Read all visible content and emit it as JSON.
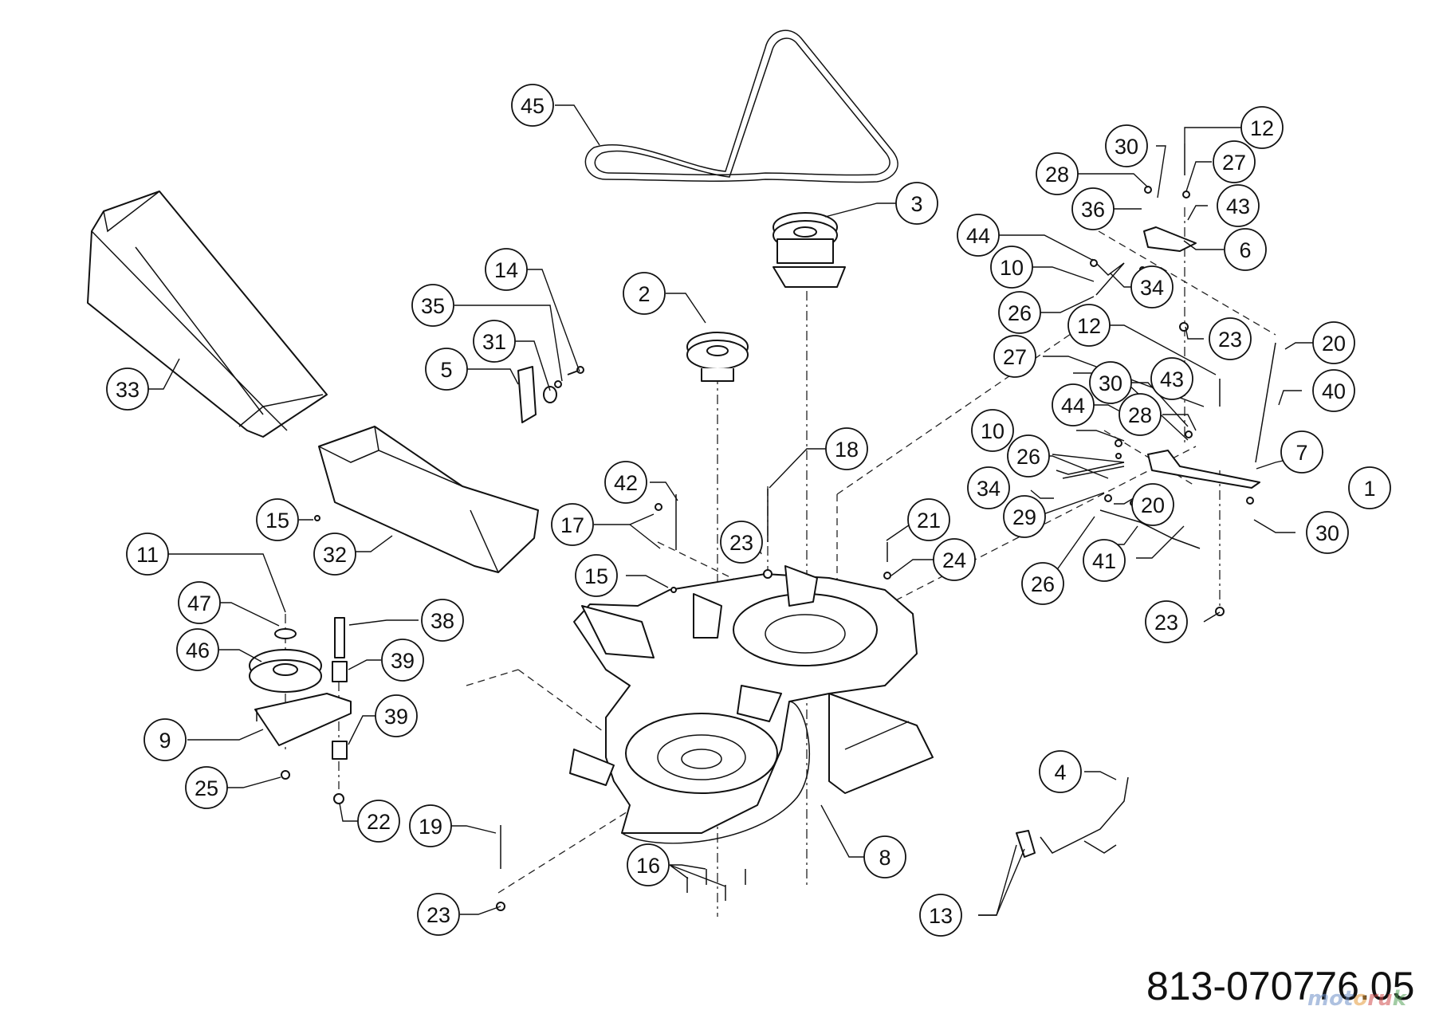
{
  "drawing_number": "813-070776.05",
  "watermark": {
    "p1": "mot",
    "p2": "o",
    "p3": "ru",
    "p4": "k"
  },
  "callouts": [
    {
      "id": "c45",
      "label": "45"
    },
    {
      "id": "c3",
      "label": "3"
    },
    {
      "id": "c12a",
      "label": "12"
    },
    {
      "id": "c30a",
      "label": "30"
    },
    {
      "id": "c28a",
      "label": "28"
    },
    {
      "id": "c27a",
      "label": "27"
    },
    {
      "id": "c36",
      "label": "36"
    },
    {
      "id": "c43a",
      "label": "43"
    },
    {
      "id": "c44a",
      "label": "44"
    },
    {
      "id": "c6",
      "label": "6"
    },
    {
      "id": "c10a",
      "label": "10"
    },
    {
      "id": "c34a",
      "label": "34"
    },
    {
      "id": "c26a",
      "label": "26"
    },
    {
      "id": "c12b",
      "label": "12"
    },
    {
      "id": "c23a",
      "label": "23"
    },
    {
      "id": "c20a",
      "label": "20"
    },
    {
      "id": "c27b",
      "label": "27"
    },
    {
      "id": "c30b",
      "label": "30"
    },
    {
      "id": "c43b",
      "label": "43"
    },
    {
      "id": "c40",
      "label": "40"
    },
    {
      "id": "c44b",
      "label": "44"
    },
    {
      "id": "c28b",
      "label": "28"
    },
    {
      "id": "c10b",
      "label": "10"
    },
    {
      "id": "c26b",
      "label": "26"
    },
    {
      "id": "c7",
      "label": "7"
    },
    {
      "id": "c34b",
      "label": "34"
    },
    {
      "id": "c1",
      "label": "1"
    },
    {
      "id": "c29",
      "label": "29"
    },
    {
      "id": "c20b",
      "label": "20"
    },
    {
      "id": "c30c",
      "label": "30"
    },
    {
      "id": "c26c",
      "label": "26"
    },
    {
      "id": "c41",
      "label": "41"
    },
    {
      "id": "c23b",
      "label": "23"
    },
    {
      "id": "c14",
      "label": "14"
    },
    {
      "id": "c35",
      "label": "35"
    },
    {
      "id": "c2",
      "label": "2"
    },
    {
      "id": "c31",
      "label": "31"
    },
    {
      "id": "c5",
      "label": "5"
    },
    {
      "id": "c33",
      "label": "33"
    },
    {
      "id": "c18",
      "label": "18"
    },
    {
      "id": "c42",
      "label": "42"
    },
    {
      "id": "c17",
      "label": "17"
    },
    {
      "id": "c23c",
      "label": "23"
    },
    {
      "id": "c21",
      "label": "21"
    },
    {
      "id": "c24",
      "label": "24"
    },
    {
      "id": "c15a",
      "label": "15"
    },
    {
      "id": "c32",
      "label": "32"
    },
    {
      "id": "c15b",
      "label": "15"
    },
    {
      "id": "c11",
      "label": "11"
    },
    {
      "id": "c47",
      "label": "47"
    },
    {
      "id": "c38",
      "label": "38"
    },
    {
      "id": "c46",
      "label": "46"
    },
    {
      "id": "c39a",
      "label": "39"
    },
    {
      "id": "c39b",
      "label": "39"
    },
    {
      "id": "c9",
      "label": "9"
    },
    {
      "id": "c25",
      "label": "25"
    },
    {
      "id": "c22",
      "label": "22"
    },
    {
      "id": "c4",
      "label": "4"
    },
    {
      "id": "c19",
      "label": "19"
    },
    {
      "id": "c8",
      "label": "8"
    },
    {
      "id": "c16",
      "label": "16"
    },
    {
      "id": "c13",
      "label": "13"
    },
    {
      "id": "c23d",
      "label": "23"
    }
  ]
}
